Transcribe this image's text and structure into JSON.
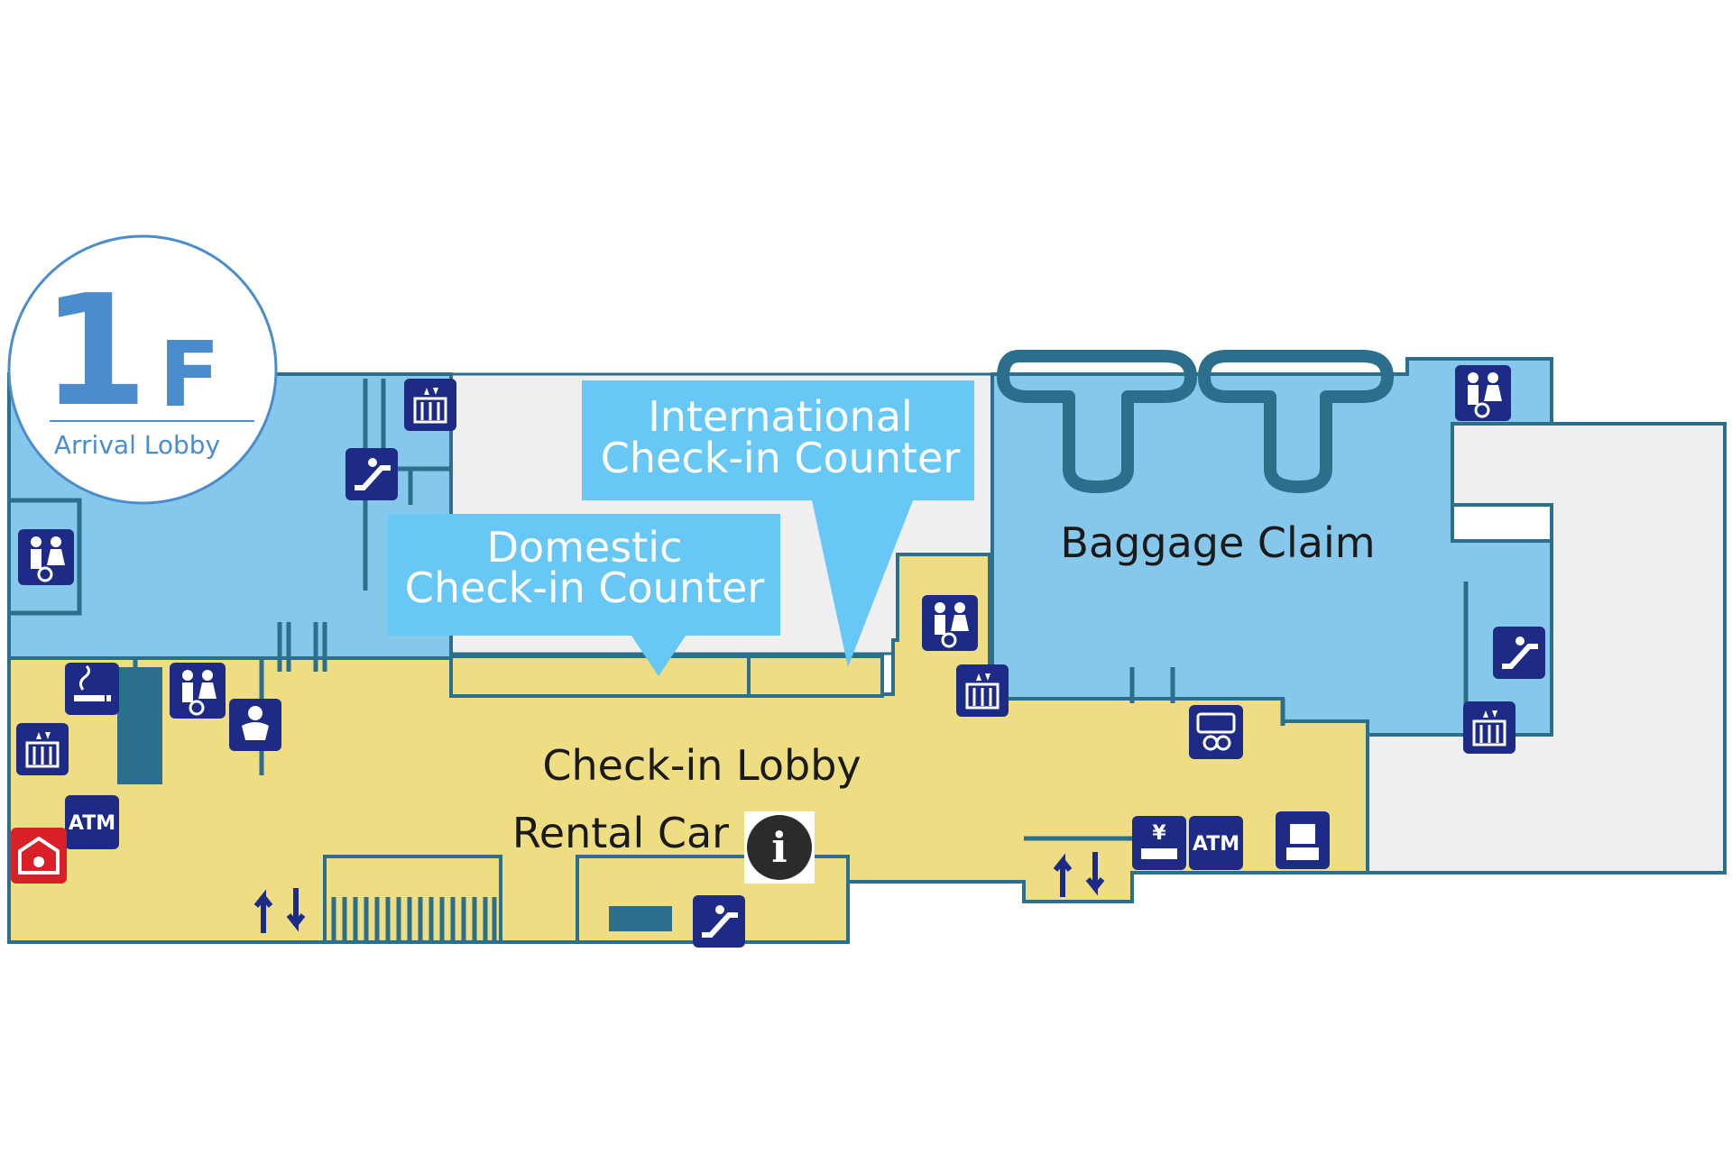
{
  "floor": {
    "number": "1",
    "suffix": "F",
    "name": "Arrival Lobby"
  },
  "areas": {
    "baggage_claim": "Baggage Claim",
    "checkin_lobby": "Check-in Lobby",
    "rental_car": "Rental Car"
  },
  "callouts": {
    "international": {
      "line1": "International",
      "line2": "Check-in Counter"
    },
    "domestic": {
      "line1": "Domestic",
      "line2": "Check-in Counter"
    }
  },
  "icons": {
    "atm_label": "ATM",
    "yen_label": "¥",
    "info_label": "i"
  },
  "colors": {
    "arrival_zone": "#86c8ec",
    "checkin_zone": "#eedd82",
    "other_zone": "#efefef",
    "outline": "#2b6f8c",
    "callout": "#67c7f5",
    "icon": "#1d2b86",
    "emergency": "#d92027",
    "badge_text": "#4a8ccc"
  }
}
